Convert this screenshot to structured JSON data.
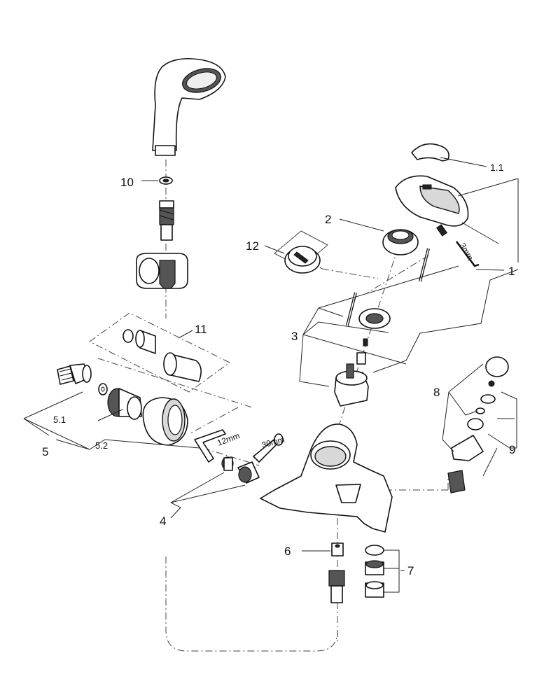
{
  "labels": {
    "l1": "1",
    "l1_1": "1.1",
    "l2": "2",
    "l3": "3",
    "l4": "4",
    "l5": "5",
    "l5_1": "5.1",
    "l5_2": "5.2",
    "l6": "6",
    "l7": "7",
    "l8": "8",
    "l9": "9",
    "l10": "10",
    "l11": "11",
    "l12": "12",
    "allen_3mm": "3mm",
    "allen_12mm": "12mm",
    "wrench_30mm": "30mm"
  }
}
